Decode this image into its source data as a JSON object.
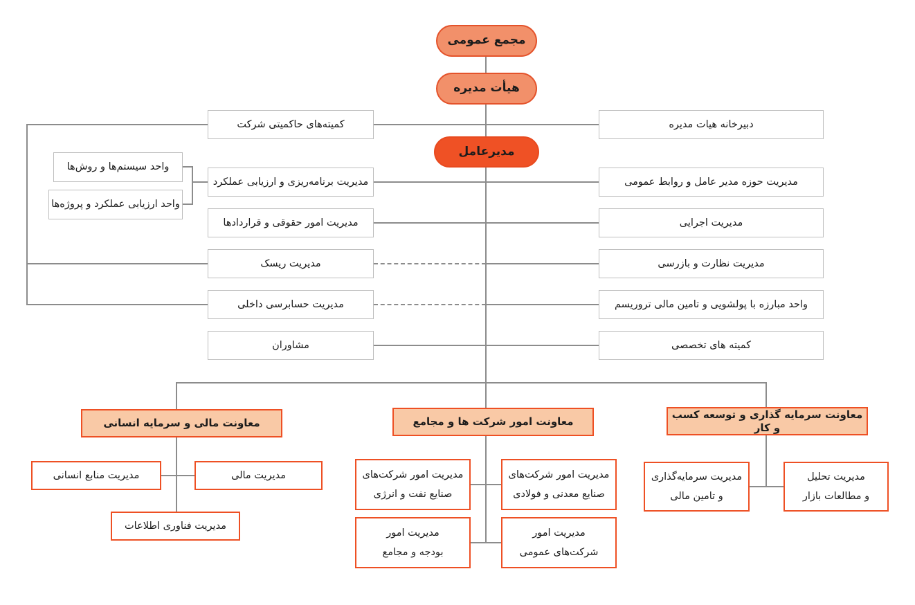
{
  "colors": {
    "pill_fill": "#F2906A",
    "pill_border": "#E4532B",
    "ceo_fill": "#EF5125",
    "ceo_border": "#E84A1F",
    "header_fill": "#F9C9A6",
    "header_border": "#EE5024",
    "orange_border": "#EE5024",
    "gray_border": "#BDBDBD",
    "line_color": "#8C8C8C"
  },
  "org": {
    "pills": {
      "assembly": "مجمع عمومی",
      "board": "هیأت مدیره",
      "ceo": "مدیرعامل"
    },
    "left": [
      "کمیته‌های حاکمیتی شرکت",
      "مدیریت برنامه‌ریزی و ارزیابی عملکرد",
      "مدیریت امور حقوقی و قراردادها",
      "مدیریت ریسک",
      "مدیریت حسابرسی داخلی",
      "مشاوران"
    ],
    "right": [
      "دبیرخانه هیات مدیره",
      "مدیریت حوزه مدیر عامل و روابط عمومی",
      "مدیریت اجرایی",
      "مدیریت نظارت و بازرسی",
      "واحد مبارزه با پولشویی و تامین مالی تروریسم",
      "کمیته های تخصصی"
    ],
    "staff": [
      "واحد سیستم‌ها و روش‌ها",
      "واحد ارزیابی عملکرد و پروژه‌ها"
    ],
    "deputies": [
      {
        "label": "معاونت مالی و سرمایه انسانی",
        "children": [
          {
            "line1": "مدیریت منابع انسانی"
          },
          {
            "line1": "مدیریت مالی"
          },
          {
            "line1": "مدیریت فناوری اطلاعات"
          }
        ]
      },
      {
        "label": "معاونت امور شرکت ها و مجامع",
        "children": [
          {
            "line1": "مدیریت امور شرکت‌های",
            "line2": "صنایع نفت و انرژی"
          },
          {
            "line1": "مدیریت امور شرکت‌های",
            "line2": "صنایع معدنی و فولادی"
          },
          {
            "line1": "مدیریت امور",
            "line2": "بودجه و مجامع"
          },
          {
            "line1": "مدیریت امور",
            "line2": "شرکت‌های عمومی"
          }
        ]
      },
      {
        "label": "معاونت سرمایه گذاری و توسعه کسب و کار",
        "children": [
          {
            "line1": "مدیریت سرمایه‌گذاری",
            "line2": "و تامین مالی"
          },
          {
            "line1": "مدیریت تحلیل",
            "line2": "و مطالعات بازار"
          }
        ]
      }
    ]
  }
}
